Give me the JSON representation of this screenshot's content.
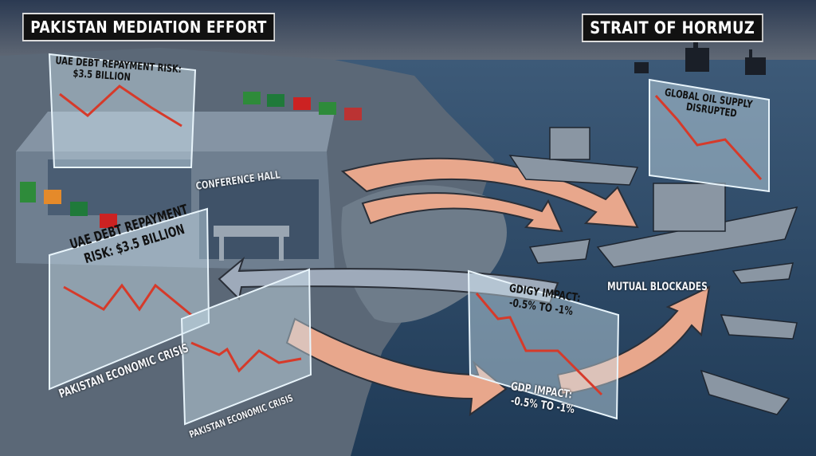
{
  "banners": {
    "left": "PAKISTAN MEDIATION EFFORT",
    "right": "STRAIT OF HORMUZ"
  },
  "building": {
    "label": "CONFERENCE HALL"
  },
  "panels": {
    "uae_top": {
      "line1": "UAE DEBT REPAYMENT RISK:",
      "line2": "$3.5 BILLION"
    },
    "oil": {
      "line1": "GLOBAL OIL SUPPLY",
      "line2": "DISRUPTED"
    },
    "uae_mid": {
      "line1": "UAE DEBT REPAYMENT",
      "line2": "RISK: $3.5 BILLION",
      "caption": "PAKISTAN ECONOMIC CRISIS"
    },
    "crisis": {
      "caption": "PAKISTAN ECONOMIC CRISIS"
    },
    "gdp": {
      "line1": "GDIGY IMPACT:",
      "line2": "-0.5% TO -1%",
      "caption1": "GDP IMPACT:",
      "caption2": "-0.5% TO -1%"
    }
  },
  "ships_label": "MUTUAL BLOCKADES",
  "colors": {
    "sky": "#3a4d66",
    "sea": "#2c4a66",
    "land": "#5b6877",
    "arrow": "#e8a78c",
    "trend_line": "#d63a2a",
    "banner_bg": "#111111"
  }
}
